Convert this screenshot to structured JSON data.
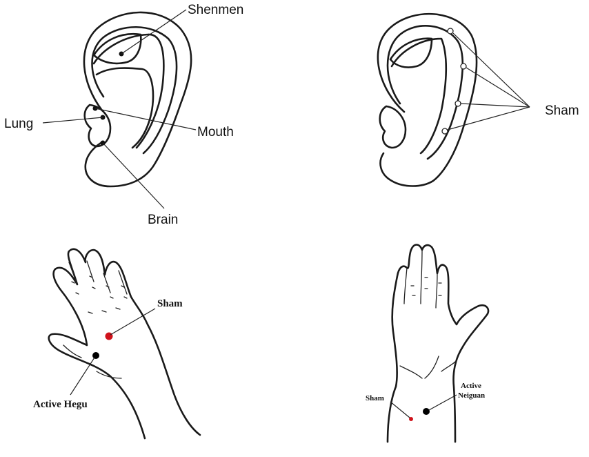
{
  "ear_left": {
    "labels": {
      "shenmen": "Shenmen",
      "lung": "Lung",
      "mouth": "Mouth",
      "brain": "Brain"
    }
  },
  "ear_right": {
    "labels": {
      "sham": "Sham"
    }
  },
  "hand_left": {
    "labels": {
      "sham": "Sham",
      "active_hegu": "Active Hegu"
    },
    "colors": {
      "sham_point": "#d0121b",
      "active_point": "#000000"
    }
  },
  "hand_right": {
    "labels": {
      "sham": "Sham",
      "active_line1": "Active",
      "active_line2": "Neiguan"
    },
    "colors": {
      "sham_point": "#d0121b",
      "active_point": "#000000"
    }
  }
}
